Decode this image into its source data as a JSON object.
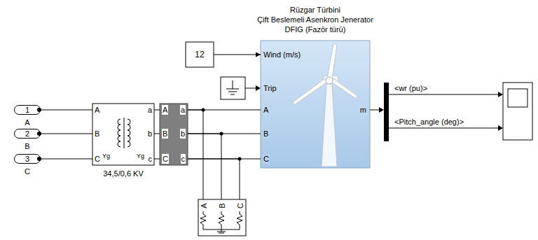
{
  "diagram": {
    "nodes": [
      {
        "text": [
          "1",
          "A"
        ]
      },
      {
        "text": [
          "2",
          "B"
        ]
      },
      {
        "text": [
          "3",
          "C"
        ]
      },
      {
        "text": [
          "A",
          "B",
          "C",
          "a",
          "b",
          "c",
          "Yg",
          "Yg",
          "34,5/0,6 KV"
        ]
      },
      {
        "text": [
          "A",
          "a",
          "B",
          "b",
          "C",
          "c"
        ]
      },
      {
        "text": [
          "12"
        ]
      },
      {
        "text": [
          "Rüzgar Türbini",
          "Çift Beslemeli Asenkron Jenerator",
          "DFIG (Fazör türü)",
          "Wind (m/s)",
          "Trip",
          "A",
          "B",
          "C",
          "m"
        ]
      },
      {
        "text": [
          "A",
          "B",
          "C"
        ]
      }
    ],
    "edges": [
      {
        "from": 0,
        "to": 3,
        "arrow": "none"
      },
      {
        "from": 1,
        "to": 3,
        "arrow": "none"
      },
      {
        "from": 2,
        "to": 3,
        "arrow": "none"
      },
      {
        "from": 3,
        "to": 4,
        "arrow": "none"
      },
      {
        "from": 3,
        "to": 4,
        "arrow": "none"
      },
      {
        "from": 3,
        "to": 4,
        "arrow": "none"
      },
      {
        "from": 4,
        "to": 6,
        "arrow": "none"
      },
      {
        "from": 4,
        "to": 6,
        "arrow": "none"
      },
      {
        "from": 4,
        "to": 6,
        "arrow": "none"
      },
      {
        "from": 4,
        "to": 7,
        "arrow": "none"
      },
      {
        "from": 4,
        "to": 7,
        "arrow": "none"
      },
      {
        "from": 4,
        "to": 7,
        "arrow": "none"
      },
      {
        "from": 5,
        "to": 6,
        "arrow": "to"
      }
    ],
    "labels": [
      "<wr (pu)>",
      "<Pitch_angle (deg)>"
    ]
  }
}
